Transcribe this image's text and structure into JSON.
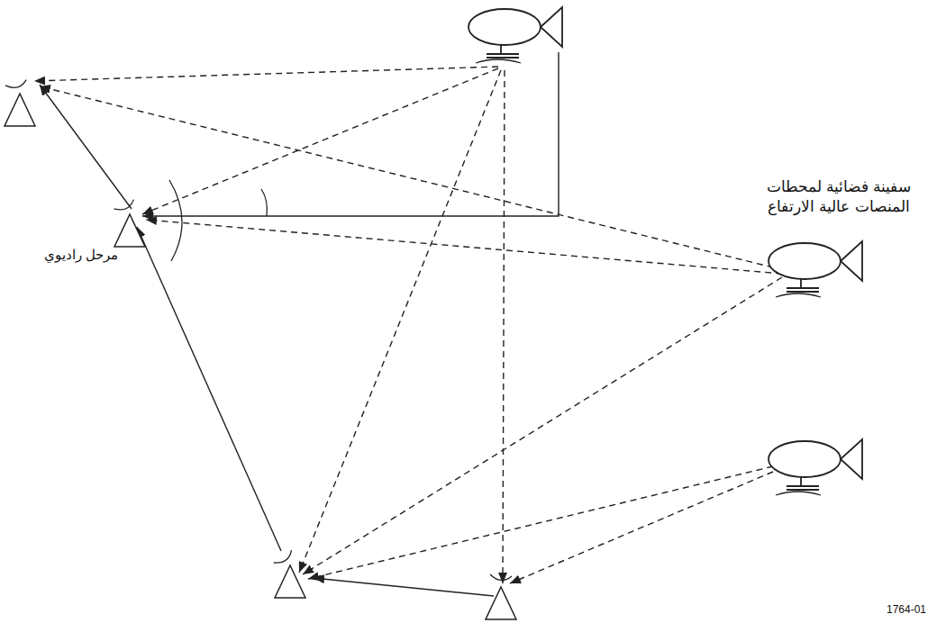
{
  "diagram": {
    "labels": [
      "سفينة فضائية لمحطات المنصات عالية الارتفاع",
      "مرحل راديوي",
      "1764-01"
    ]
  }
}
